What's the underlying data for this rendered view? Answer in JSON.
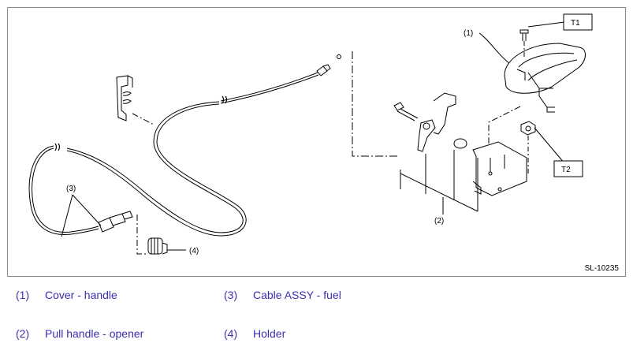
{
  "callouts": {
    "c1": "(1)",
    "c2": "(2)",
    "c3": "(3)",
    "c4": "(4)",
    "t1": "T1",
    "t2": "T2"
  },
  "ref_code": "SL-10235",
  "legend": [
    {
      "num": "(1)",
      "label": "Cover - handle"
    },
    {
      "num": "(2)",
      "label": "Pull handle - opener"
    },
    {
      "num": "(3)",
      "label": "Cable ASSY - fuel"
    },
    {
      "num": "(4)",
      "label": "Holder"
    }
  ]
}
